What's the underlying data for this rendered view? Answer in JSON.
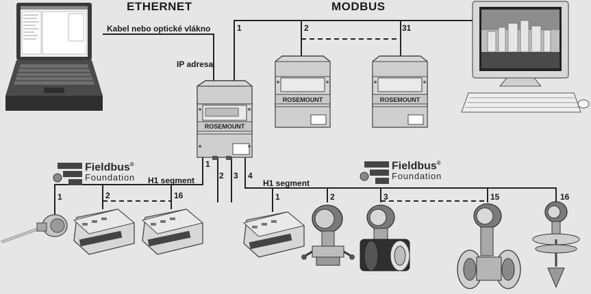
{
  "headers": {
    "ethernet": "ETHERNET",
    "modbus": "MODBUS"
  },
  "labels": {
    "cable": "Kabel nebo optické vlákno",
    "ip": "IP adresa",
    "h1_left": "H1 segment",
    "h1_right": "H1 segment"
  },
  "fieldbus": {
    "name": "Fieldbus",
    "sub": "Foundation",
    "reg": "®"
  },
  "device_brand": "ROSEMOUNT",
  "numbers": {
    "modbus_1": "1",
    "modbus_2": "2",
    "modbus_31": "31",
    "port_1": "1",
    "port_2": "2",
    "port_3": "3",
    "port_4": "4",
    "left_1": "1",
    "left_2": "2",
    "left_16": "16",
    "right_1": "1",
    "right_2": "2",
    "right_3": "3",
    "right_15": "15",
    "right_16": "16"
  },
  "colors": {
    "background": "#e6e6e6",
    "line": "#222222",
    "device": "#d9d9d9",
    "device_dark": "#6a6a6a",
    "screen": "#2b2b2b"
  }
}
